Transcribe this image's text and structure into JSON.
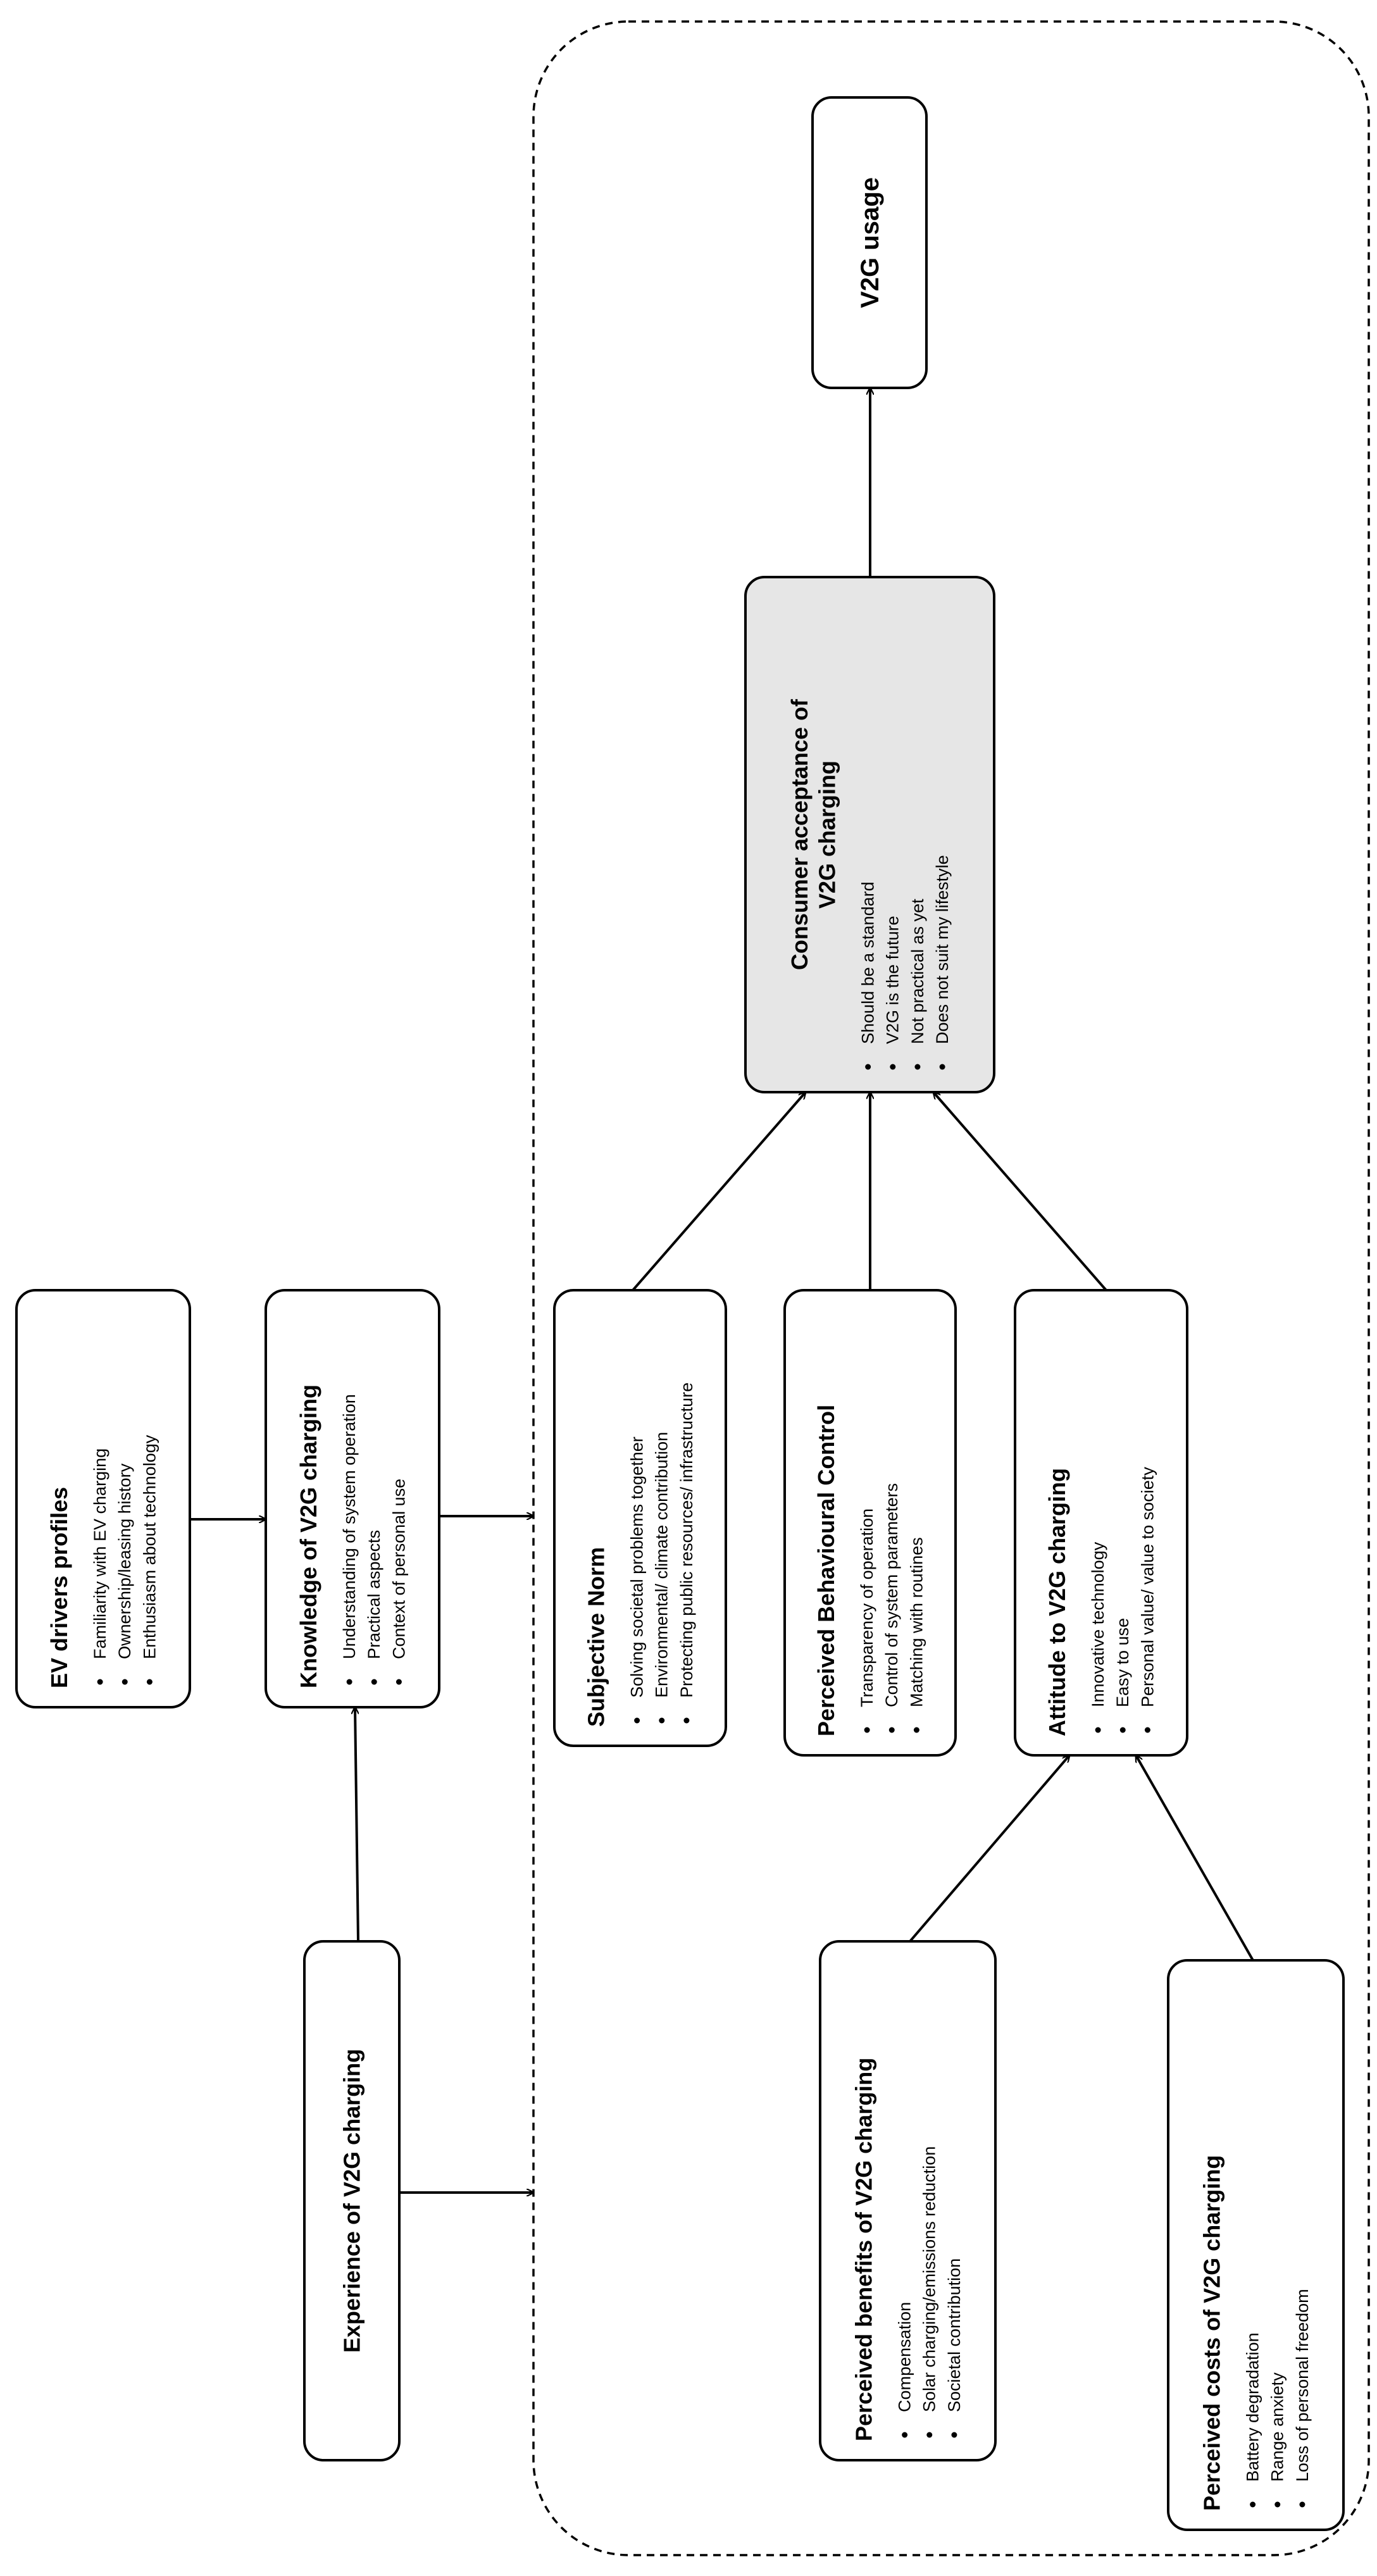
{
  "nodes": {
    "ev_drivers_profiles": {
      "title": [
        "EV drivers profiles"
      ],
      "items": [
        "Familiarity with EV charging",
        "Ownership/leasing history",
        "Enthusiasm about technology"
      ]
    },
    "knowledge": {
      "title": [
        "Knowledge of V2G charging"
      ],
      "items": [
        "Understanding of system operation",
        "Practical aspects",
        "Context of personal use"
      ]
    },
    "experience": {
      "title": [
        "Experience of V2G charging"
      ],
      "items": []
    },
    "subjective_norm": {
      "title": [
        "Subjective Norm"
      ],
      "items": [
        "Solving societal problems together",
        "Environmental/ climate contribution",
        "Protecting public resources/ infrastructure"
      ]
    },
    "perceived_control": {
      "title": [
        "Perceived Behavioural Control"
      ],
      "items": [
        "Transparency of operation",
        "Control of system parameters",
        "Matching with routines"
      ]
    },
    "attitude": {
      "title": [
        "Attitude to V2G charging"
      ],
      "items": [
        "Innovative technology",
        "Easy to use",
        "Personal value/ value to society"
      ]
    },
    "benefits": {
      "title": [
        "Perceived benefits of V2G charging"
      ],
      "items": [
        "Compensation",
        "Solar charging/emissions reduction",
        "Societal contribution"
      ]
    },
    "costs": {
      "title": [
        "Perceived costs of V2G charging"
      ],
      "items": [
        "Battery degradation",
        "Range anxiety",
        "Loss of personal freedom"
      ]
    },
    "acceptance": {
      "title": [
        "Consumer acceptance of",
        "V2G charging"
      ],
      "items": [
        "Should be a standard",
        "V2G is the future",
        "Not practical as yet",
        "Does not suit my lifestyle"
      ]
    },
    "v2g_usage": {
      "title": [
        "V2G usage"
      ],
      "items": []
    }
  },
  "edges": [
    {
      "from": "ev_drivers_profiles",
      "to": "knowledge"
    },
    {
      "from": "experience",
      "to": "knowledge"
    },
    {
      "from": "knowledge",
      "to": "theory_group"
    },
    {
      "from": "experience",
      "to": "theory_group"
    },
    {
      "from": "subjective_norm",
      "to": "acceptance"
    },
    {
      "from": "perceived_control",
      "to": "acceptance"
    },
    {
      "from": "attitude",
      "to": "acceptance"
    },
    {
      "from": "benefits",
      "to": "attitude"
    },
    {
      "from": "costs",
      "to": "attitude"
    },
    {
      "from": "acceptance",
      "to": "v2g_usage"
    }
  ],
  "colors": {
    "stroke": "#000000",
    "node_fill": "#ffffff",
    "accent_fill": "#e6e6e6"
  }
}
